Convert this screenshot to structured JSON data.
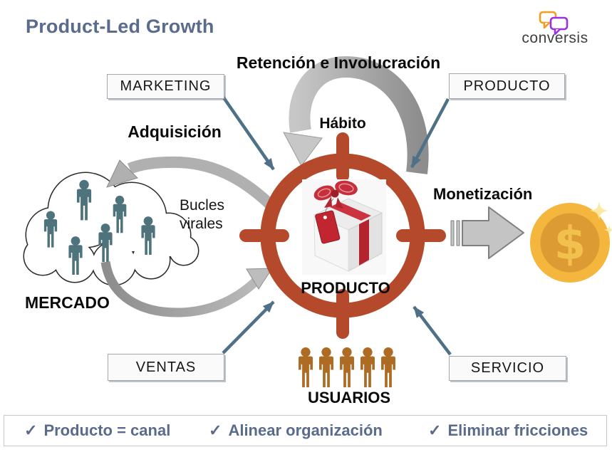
{
  "title": "Product-Led Growth",
  "logo": {
    "text": "conversis"
  },
  "colors": {
    "slate": "#5a6b8b",
    "target-red": "#b5492b",
    "cloud-person": "#4e737c",
    "user-person": "#ad6b24",
    "arrow-blue": "#4f7187",
    "arrow-gray": "#ababab",
    "coin-gold": "#f5b63d",
    "coin-inner": "#dc9c33",
    "logo-orange": "#f59c20",
    "logo-purple": "#9b30df"
  },
  "nodes": {
    "marketing": "MARKETING",
    "producto": "PRODUCTO",
    "ventas": "VENTAS",
    "servicio": "SERVICIO"
  },
  "flows": {
    "retencion": "Retención e Involucración",
    "habito": "Hábito",
    "adquisicion": "Adquisición",
    "monetizacion": "Monetización",
    "bucles": "Bucles virales"
  },
  "center": {
    "label": "PRODUCTO"
  },
  "market": {
    "label": "MERCADO"
  },
  "users": {
    "label": "USUARIOS"
  },
  "coin": {
    "symbol": "$"
  },
  "footer": {
    "check": "✓",
    "items": [
      "Producto = canal",
      "Alinear organización",
      "Eliminar fricciones"
    ]
  }
}
